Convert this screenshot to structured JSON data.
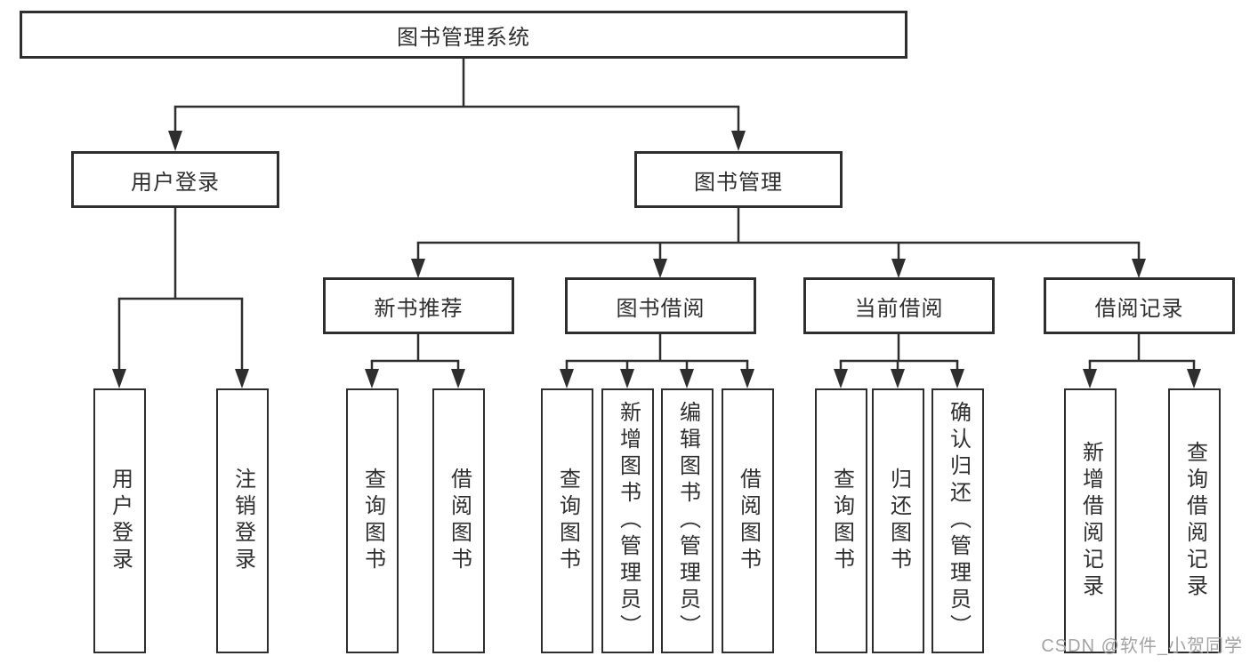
{
  "tree": {
    "root": "图书管理系统",
    "children": [
      {
        "label": "用户登录",
        "children": [
          {
            "label": "用户登录"
          },
          {
            "label": "注销登录"
          }
        ]
      },
      {
        "label": "图书管理",
        "children": [
          {
            "label": "新书推荐",
            "children": [
              {
                "label": "查询图书"
              },
              {
                "label": "借阅图书"
              }
            ]
          },
          {
            "label": "图书借阅",
            "children": [
              {
                "label": "查询图书"
              },
              {
                "label": "新增图书（管理员）"
              },
              {
                "label": "编辑图书（管理员）"
              },
              {
                "label": "借阅图书"
              }
            ]
          },
          {
            "label": "当前借阅",
            "children": [
              {
                "label": "查询图书"
              },
              {
                "label": "归还图书"
              },
              {
                "label": "确认归还（管理员）"
              }
            ]
          },
          {
            "label": "借阅记录",
            "children": [
              {
                "label": "新增借阅记录"
              },
              {
                "label": "查询借阅记录"
              }
            ]
          }
        ]
      }
    ]
  },
  "watermark": "CSDN @软件_小贺同学",
  "colors": {
    "line": "#2e2e2e",
    "box_border": "#2e2e2e",
    "text": "#2f2f2f",
    "watermark": "#a3a3a3",
    "background": "#ffffff"
  }
}
